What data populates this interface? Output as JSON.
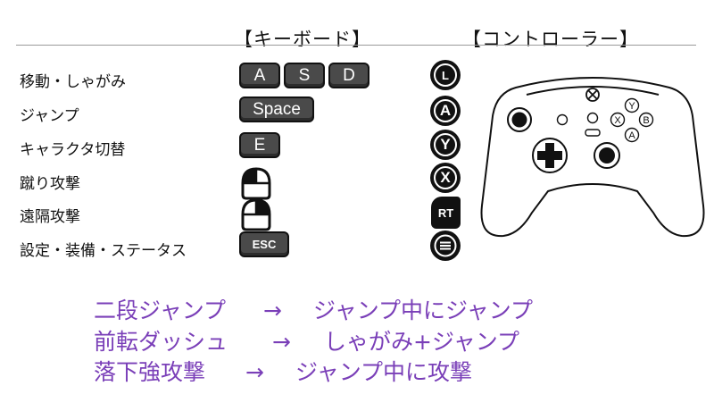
{
  "headers": {
    "keyboard": "【キーボード】",
    "controller": "【コントローラー】"
  },
  "actions": [
    "移動・しゃがみ",
    "ジャンプ",
    "キャラクタ切替",
    "蹴り攻撃",
    "遠隔攻撃",
    "設定・装備・ステータス"
  ],
  "keyboard": {
    "move": [
      "A",
      "S",
      "D"
    ],
    "jump": "Space",
    "switch": "E",
    "kick": "left-mouse-click-icon",
    "ranged": "right-mouse-click-icon",
    "settings": "ESC"
  },
  "controller_buttons": {
    "move": "L",
    "jump": "A",
    "switch": "Y",
    "kick": "X",
    "ranged": "RT",
    "settings": "menu-icon"
  },
  "controller_diagram": {
    "face_buttons": {
      "y": "Y",
      "x": "X",
      "b": "B",
      "a": "A"
    }
  },
  "combos": [
    {
      "name": "二段ジャンプ",
      "arrow": "→",
      "input": "ジャンプ中にジャンプ"
    },
    {
      "name": "前転ダッシュ",
      "arrow": "→",
      "input": "しゃがみ+ジャンプ"
    },
    {
      "name": "落下強攻撃",
      "arrow": "→",
      "input": "ジャンプ中に攻撃"
    }
  ],
  "colors": {
    "combo_text": "#7a3fb8",
    "key_fill": "#4a4a4a",
    "divider": "#9a9a9a"
  }
}
